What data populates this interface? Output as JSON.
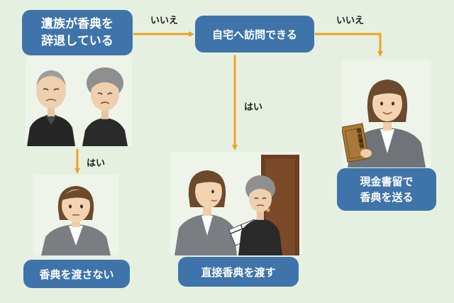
{
  "nodes": {
    "refuse": "遺族が香典を\n辞退している",
    "visit": "自宅へ訪問できる",
    "no_give": "香典を渡さない",
    "hand": "直接香典を渡す",
    "mail": "現金書留で\n香典を送る"
  },
  "edges": {
    "refuse_to_visit": "いいえ",
    "visit_to_mail": "いいえ",
    "visit_to_hand": "はい",
    "refuse_to_no_give": "はい"
  },
  "envelope_text": "現金書留",
  "colors": {
    "background": "#e6f0e1",
    "node": "#3f74aa",
    "arrow": "#f0a21e"
  }
}
